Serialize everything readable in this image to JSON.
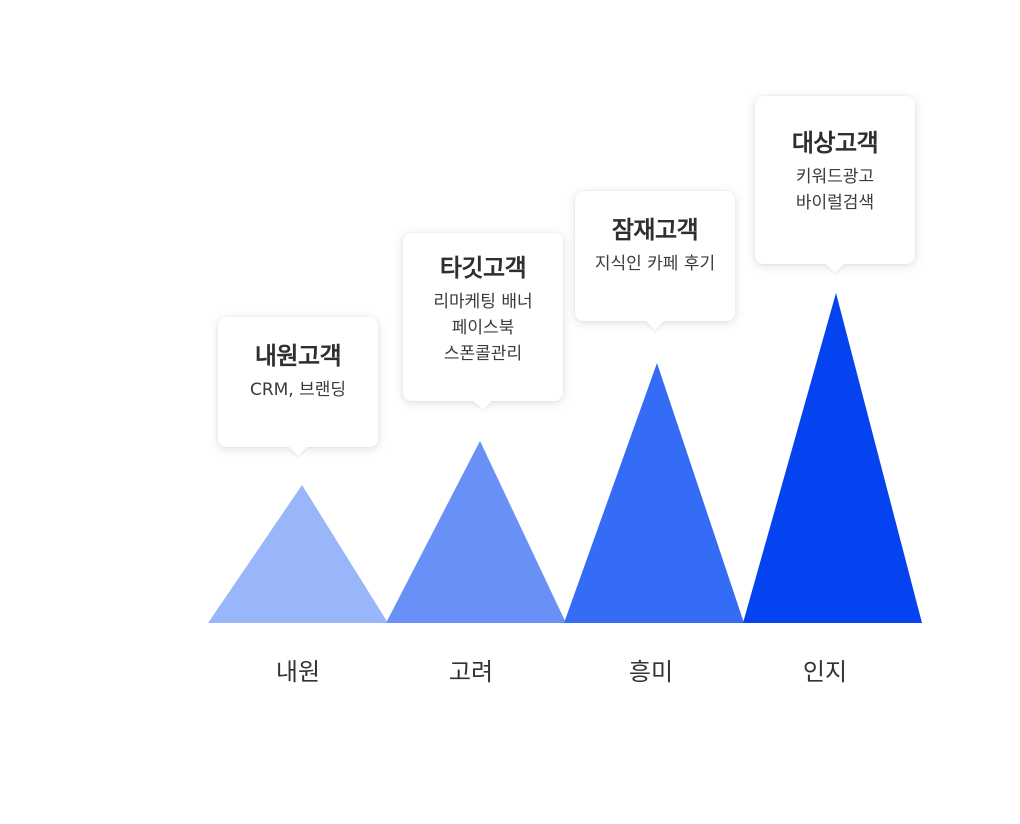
{
  "stages": [
    {
      "label": "내원",
      "title": "내원고객",
      "desc": [
        "CRM, 브랜딩"
      ],
      "color": "#9ab6fb",
      "level": 1
    },
    {
      "label": "고려",
      "title": "타깃고객",
      "desc": [
        "리마케팅 배너",
        "페이스북",
        "스폰콜관리"
      ],
      "color": "#6890f7",
      "level": 2
    },
    {
      "label": "흥미",
      "title": "잠재고객",
      "desc": [
        "지식인 카페 후기"
      ],
      "color": "#356cf5",
      "level": 3
    },
    {
      "label": "인지",
      "title": "대상고객",
      "desc": [
        "키워드광고",
        "바이럴검색"
      ],
      "color": "#0542f0",
      "level": 4
    }
  ]
}
